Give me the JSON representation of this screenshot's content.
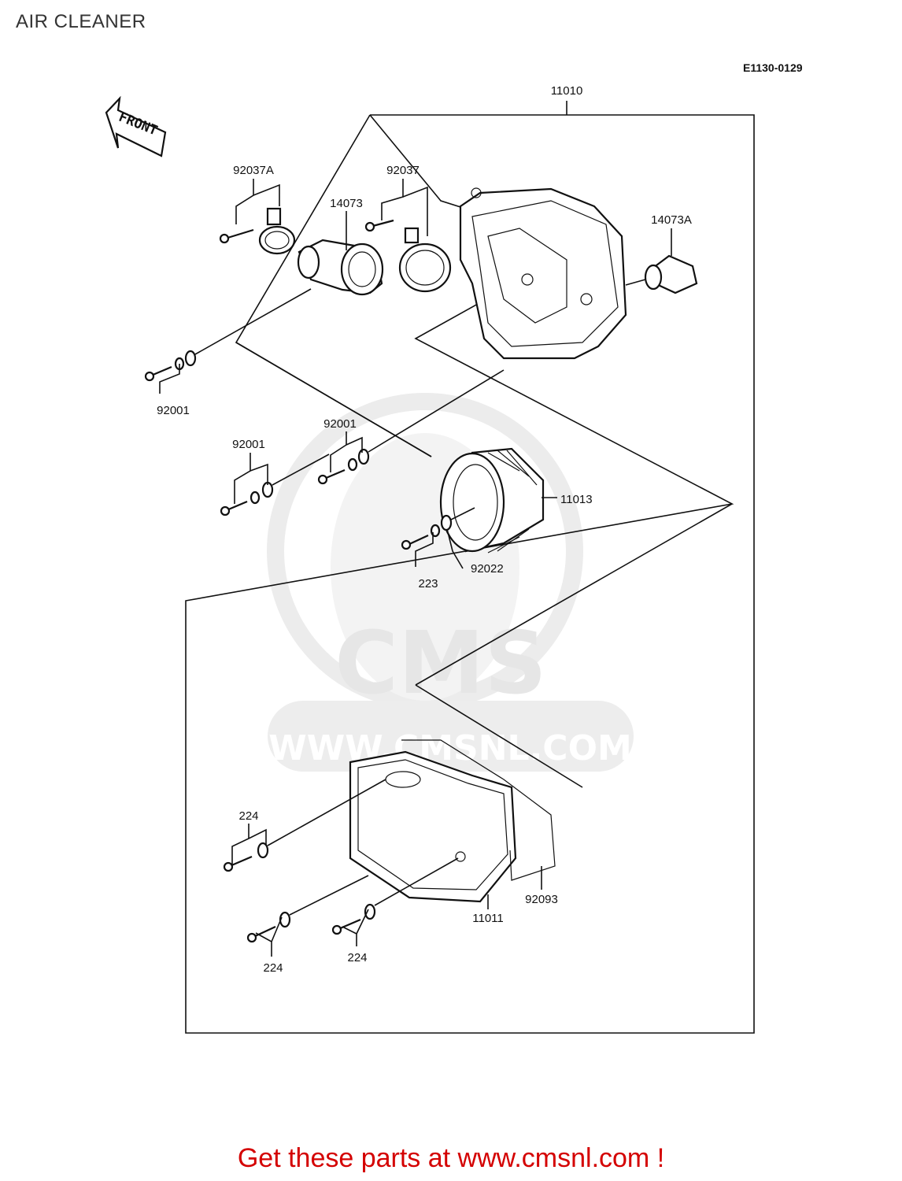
{
  "page": {
    "title": "AIR CLEANER",
    "diagram_code": "E1130-0129",
    "footer": "Get these parts at www.cmsnl.com !"
  },
  "direction_marker": "FRONT",
  "watermark": {
    "logo_text": "CMS",
    "url_text": "WWW.CMSNL.COM"
  },
  "callouts": {
    "assembly": "11010",
    "clamp_a": "92037A",
    "clamp": "92037",
    "duct": "14073",
    "duct_a": "14073A",
    "bolt_left": "92001",
    "bolt_mid_left": "92001",
    "bolt_mid": "92001",
    "element": "11013",
    "screw_223": "223",
    "washer": "92022",
    "screw_224_upper": "224",
    "screw_224_lower_left": "224",
    "screw_224_lower_mid": "224",
    "cover": "11011",
    "gasket": "92093"
  }
}
